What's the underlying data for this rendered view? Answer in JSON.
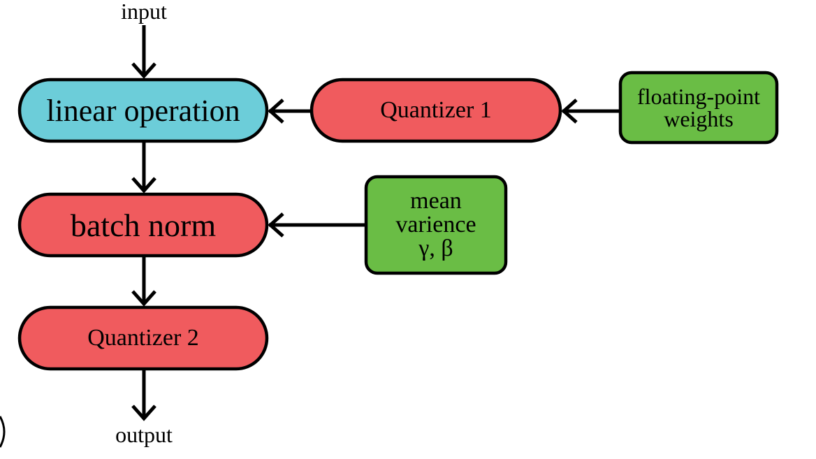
{
  "labels": {
    "input": "input",
    "output": "output",
    "linear_operation": "linear operation",
    "quantizer_1": "Quantizer 1",
    "floating_point_weights": [
      "floating-point",
      "weights"
    ],
    "batch_norm": "batch norm",
    "bn_params": [
      "mean",
      "varience",
      "γ, β"
    ],
    "quantizer_2": "Quantizer 2"
  },
  "colors": {
    "cyan_node": "#6ccdd9",
    "red_node": "#f05b5e",
    "green_node": "#6abd45",
    "stroke": "#000000"
  }
}
